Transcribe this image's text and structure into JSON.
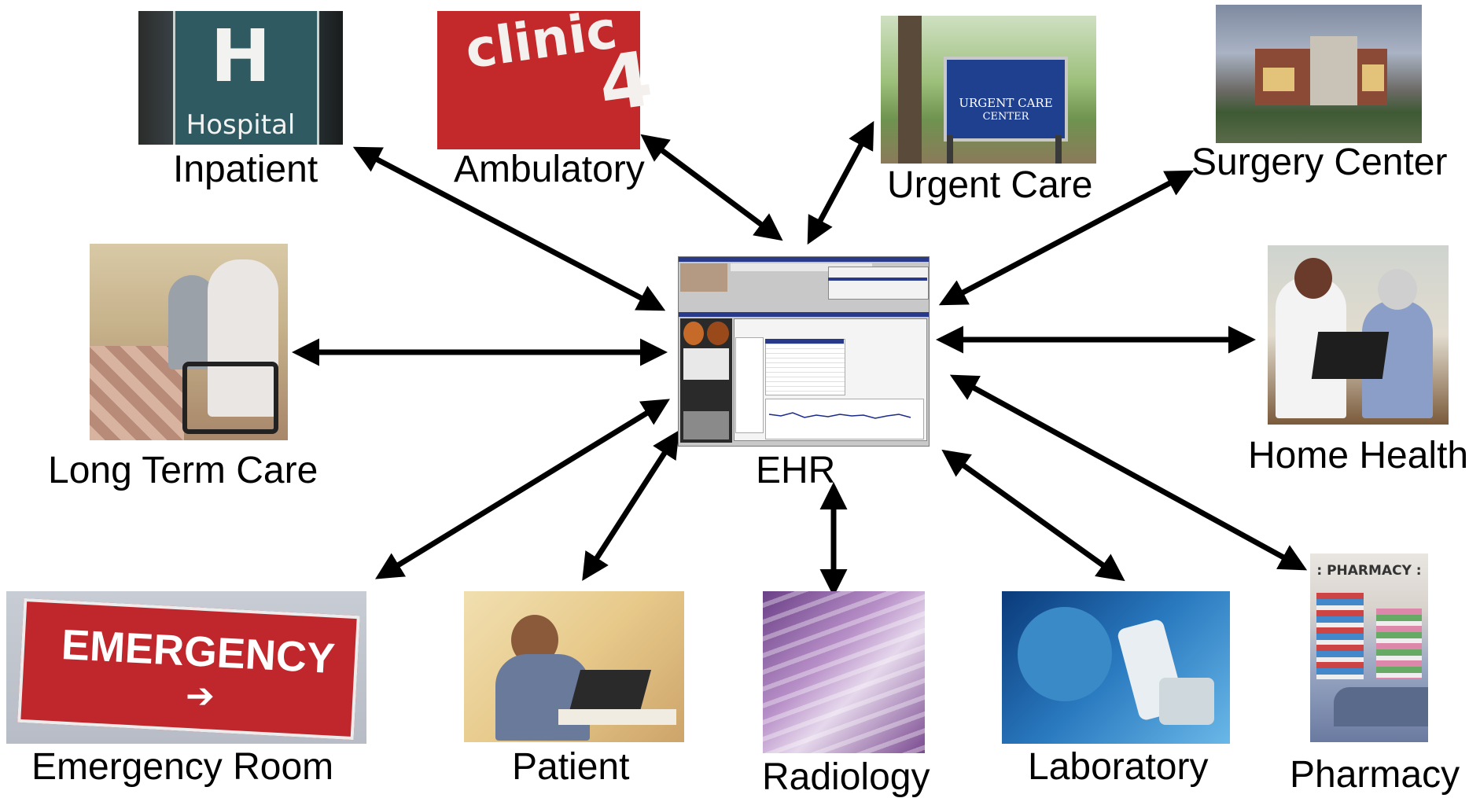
{
  "center": {
    "label": "EHR"
  },
  "nodes": [
    {
      "id": "inpatient",
      "label": "Inpatient",
      "sign_text": "Hospital",
      "sign_letter": "H"
    },
    {
      "id": "ambulatory",
      "label": "Ambulatory",
      "sign_text": "clinic",
      "sign_number": "4"
    },
    {
      "id": "urgent-care",
      "label": "Urgent Care",
      "sign_line1": "URGENT CARE",
      "sign_line2": "CENTER"
    },
    {
      "id": "surgery-center",
      "label": "Surgery Center"
    },
    {
      "id": "long-term-care",
      "label": "Long Term Care"
    },
    {
      "id": "home-health",
      "label": "Home Health"
    },
    {
      "id": "emergency-room",
      "label": "Emergency Room",
      "sign_text": "EMERGENCY"
    },
    {
      "id": "patient",
      "label": "Patient"
    },
    {
      "id": "radiology",
      "label": "Radiology"
    },
    {
      "id": "laboratory",
      "label": "Laboratory"
    },
    {
      "id": "pharmacy",
      "label": "Pharmacy",
      "sign_text": ": PHARMACY :"
    }
  ],
  "colors": {
    "arrow": "#000000",
    "label": "#000000",
    "background": "#ffffff"
  },
  "edges": [
    {
      "from": "center",
      "to": "inpatient",
      "direction": "bidirectional"
    },
    {
      "from": "center",
      "to": "ambulatory",
      "direction": "bidirectional"
    },
    {
      "from": "center",
      "to": "urgent-care",
      "direction": "bidirectional"
    },
    {
      "from": "center",
      "to": "surgery-center",
      "direction": "bidirectional"
    },
    {
      "from": "center",
      "to": "long-term-care",
      "direction": "bidirectional"
    },
    {
      "from": "center",
      "to": "home-health",
      "direction": "bidirectional"
    },
    {
      "from": "center",
      "to": "emergency-room",
      "direction": "bidirectional"
    },
    {
      "from": "center",
      "to": "patient",
      "direction": "bidirectional"
    },
    {
      "from": "center",
      "to": "radiology",
      "direction": "bidirectional"
    },
    {
      "from": "center",
      "to": "laboratory",
      "direction": "bidirectional"
    },
    {
      "from": "center",
      "to": "pharmacy",
      "direction": "bidirectional"
    }
  ]
}
